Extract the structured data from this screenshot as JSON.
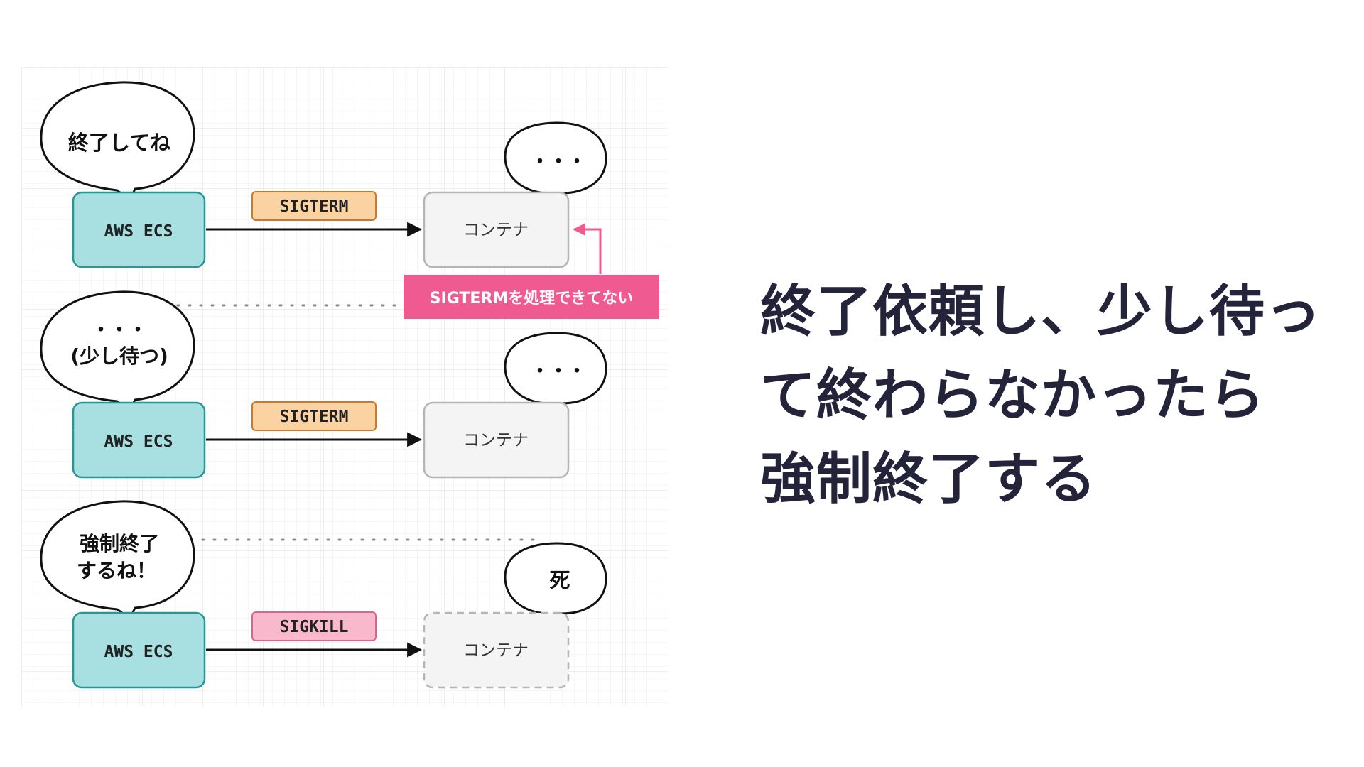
{
  "colors": {
    "ecs_fill": "#a8dfe0",
    "ecs_stroke": "#2a9596",
    "container_fill": "#f4f4f4",
    "container_stroke": "#b5b5b5",
    "sigterm_fill": "#fbd3a3",
    "sigterm_stroke": "#cc7a2a",
    "sigkill_fill": "#f9b9cd",
    "sigkill_stroke": "#d9658b",
    "callout": "#ef5b91",
    "headline": "#23233a",
    "grid": "#e8e8e8"
  },
  "rows": [
    {
      "sender_label": "AWS ECS",
      "signal_label": "SIGTERM",
      "target_label": "コンテナ",
      "sender_speech": [
        "終了してね"
      ],
      "target_speech": [
        "・・・"
      ]
    },
    {
      "sender_label": "AWS ECS",
      "signal_label": "SIGTERM",
      "target_label": "コンテナ",
      "sender_speech": [
        "・・・",
        "(少し待つ)"
      ],
      "target_speech": [
        "・・・"
      ]
    },
    {
      "sender_label": "AWS ECS",
      "signal_label": "SIGKILL",
      "target_label": "コンテナ",
      "sender_speech": [
        "強制終了",
        "するね！"
      ],
      "target_speech": [
        "死"
      ]
    }
  ],
  "callout": {
    "text": "SIGTERMを処理できてない"
  },
  "headline": {
    "lines": [
      "終了依頼し、少し待っ",
      "て終わらなかったら",
      "強制終了する"
    ]
  }
}
